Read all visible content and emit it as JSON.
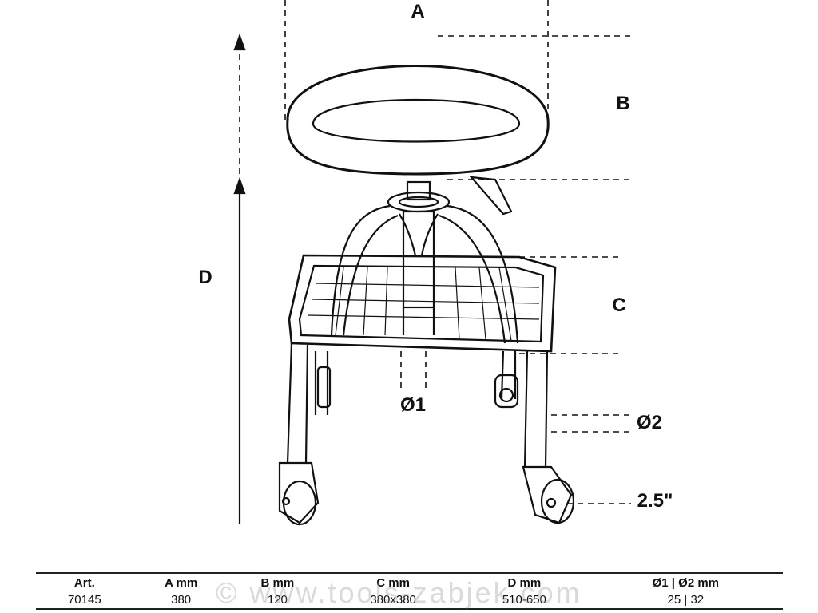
{
  "labels": {
    "a": "A",
    "b": "B",
    "c": "C",
    "d": "D",
    "o1": "Ø1",
    "o2": "Ø2",
    "wheel": "2.5\""
  },
  "table": {
    "headers": [
      "Art.",
      "A  mm",
      "B  mm",
      "C  mm",
      "D  mm",
      "Ø1 | Ø2  mm"
    ],
    "rows": [
      [
        "70145",
        "380",
        "120",
        "380x380",
        "510-650",
        "25 | 32"
      ]
    ]
  },
  "watermark": "© www.tools-zabjek.com"
}
